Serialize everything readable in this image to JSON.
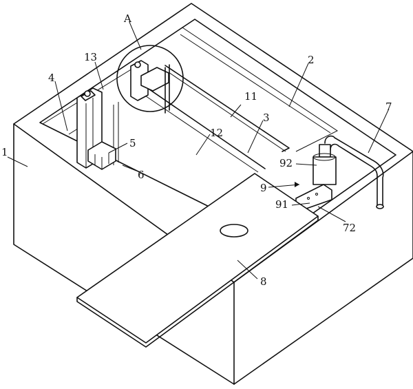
{
  "labels": {
    "l1": "1",
    "l2": "2",
    "l3": "3",
    "l4": "4",
    "l5": "5",
    "l6": "6",
    "l7": "7",
    "l8": "8",
    "l9": "9",
    "l11": "11",
    "l12": "12",
    "l13": "13",
    "l72": "72",
    "l91": "91",
    "l92": "92",
    "lA": "A"
  }
}
